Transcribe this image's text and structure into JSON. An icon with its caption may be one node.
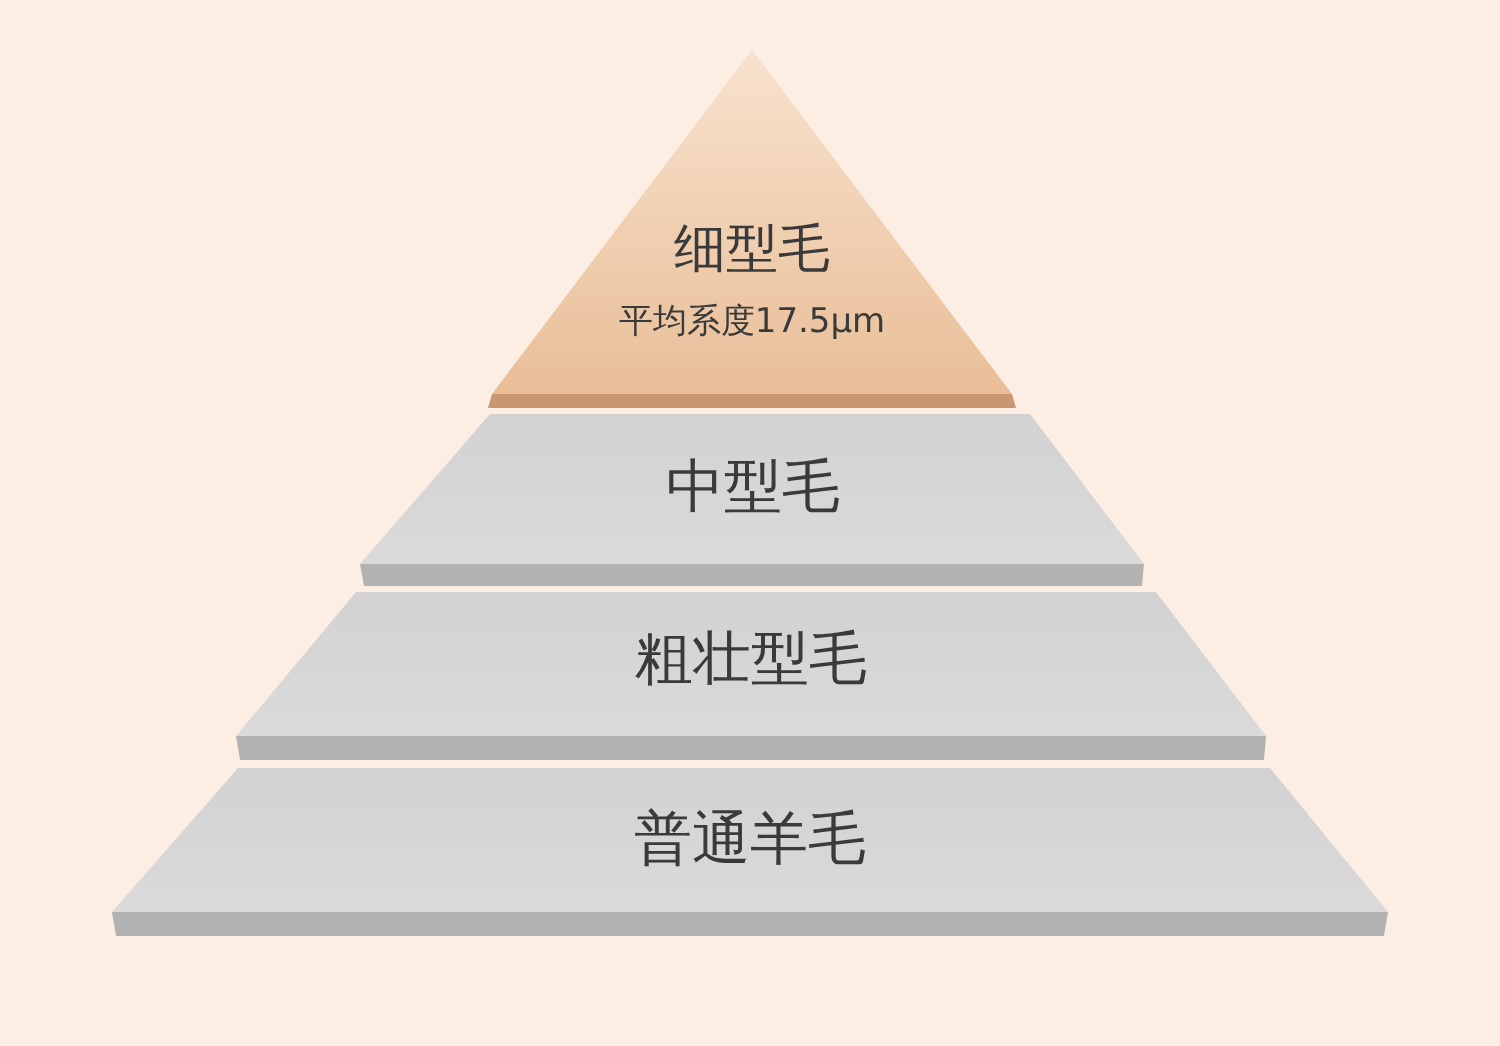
{
  "diagram": {
    "nodes": [
      {
        "text": [
          "细型毛",
          "平均系度17.5µm"
        ]
      },
      {
        "text": [
          "中型毛"
        ]
      },
      {
        "text": [
          "粗壮型毛"
        ]
      },
      {
        "text": [
          "普通羊毛"
        ]
      }
    ]
  }
}
